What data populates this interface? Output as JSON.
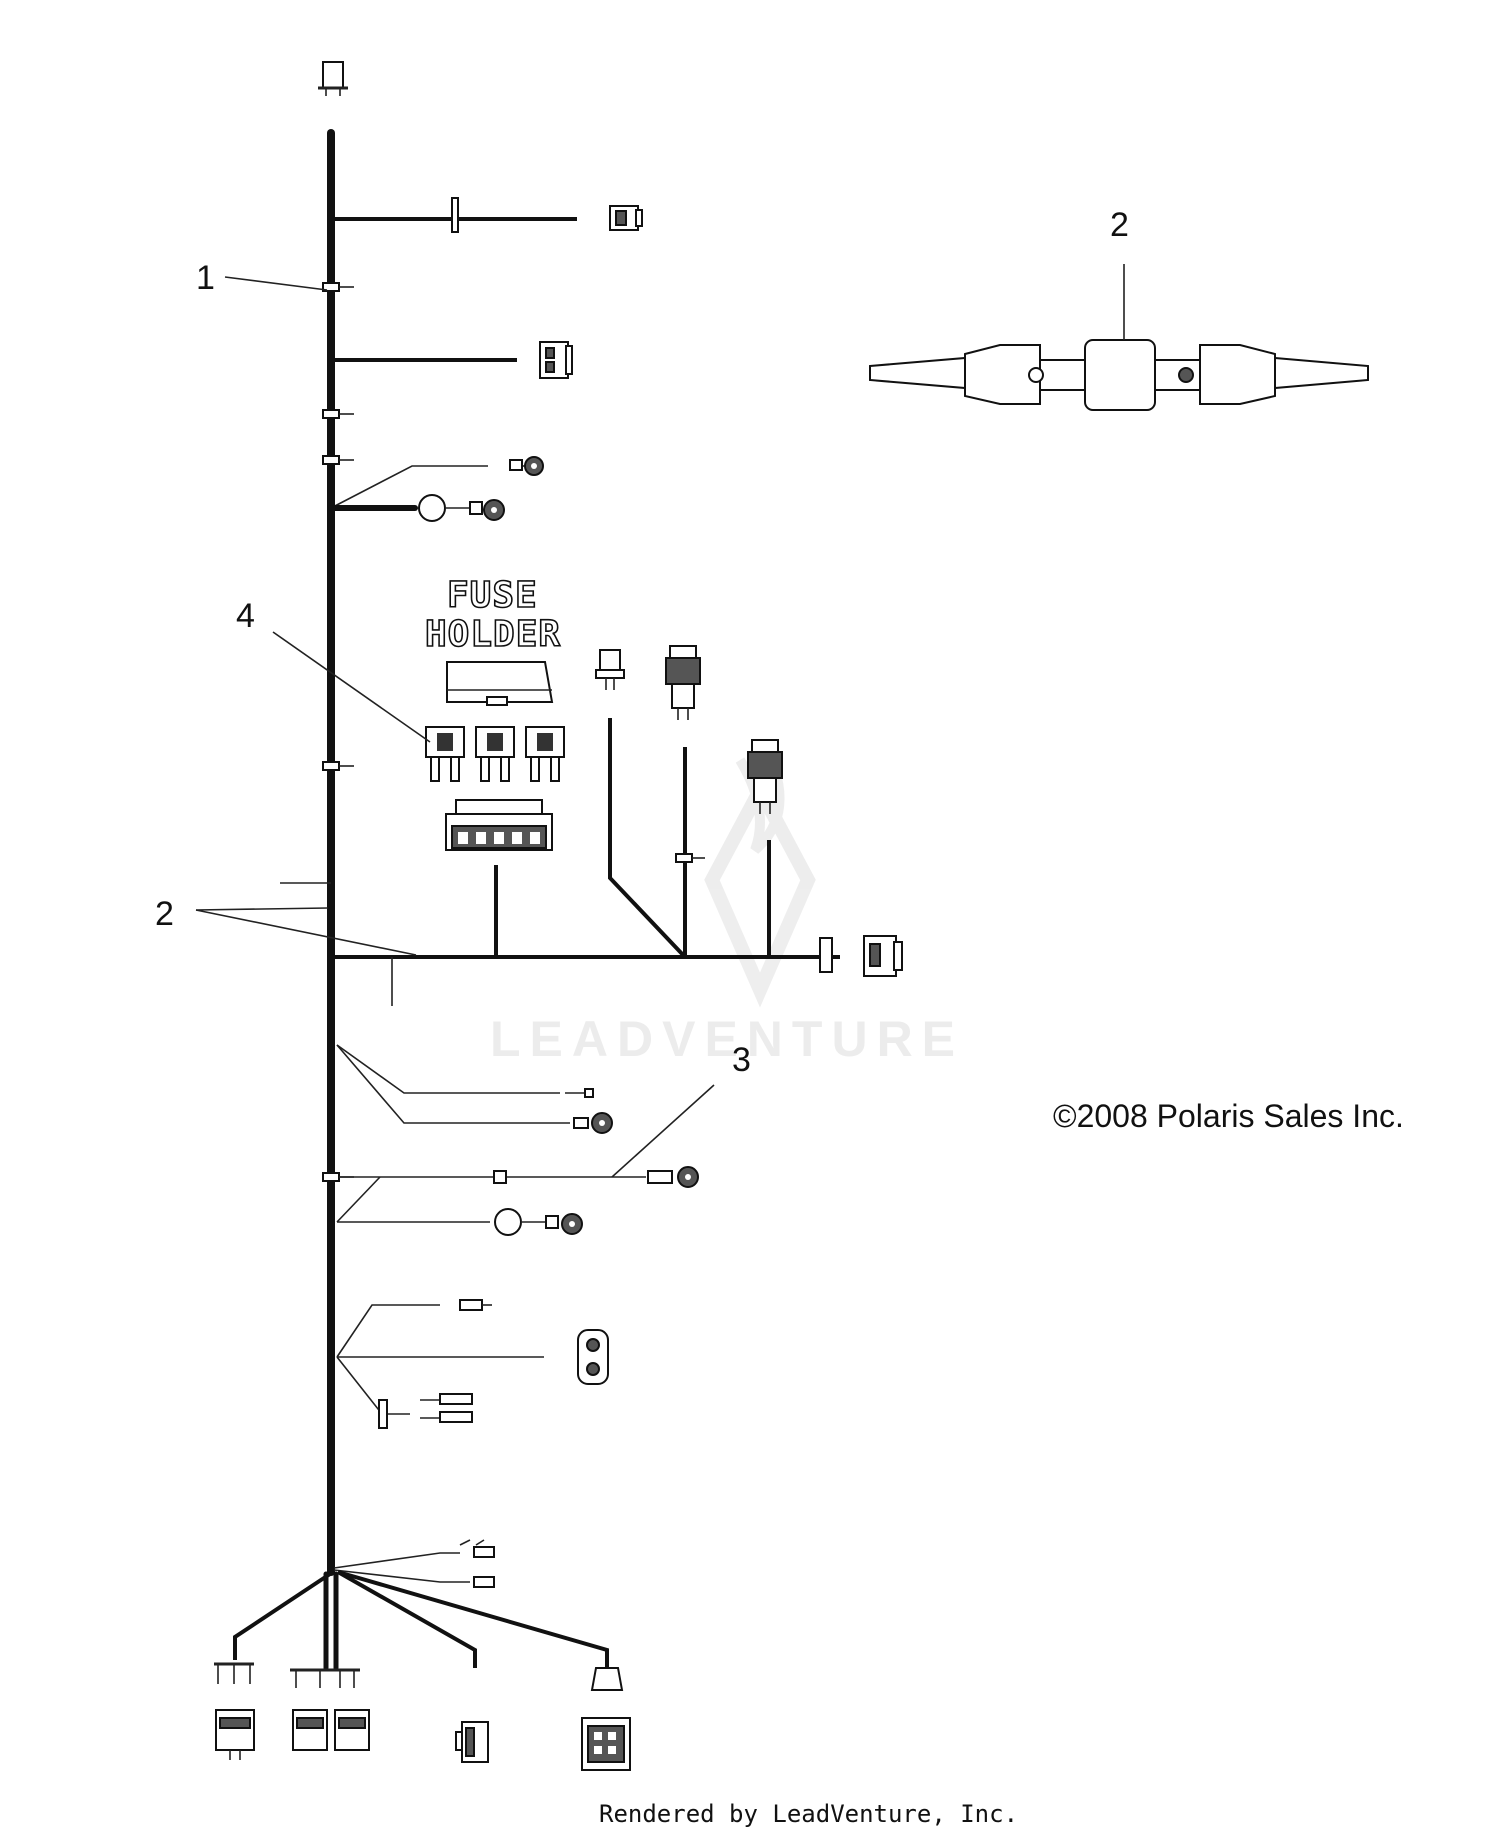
{
  "callouts": {
    "harness": "1",
    "harness_joint_right": "2",
    "harness_joint_left": "2",
    "clamp": "3",
    "fuse": "4"
  },
  "fuse_holder": {
    "line1": "FUSE",
    "line2": "HOLDER"
  },
  "watermark": "LEADVENTURE",
  "copyright": "©2008 Polaris Sales Inc.",
  "footer": "Rendered by LeadVenture, Inc.",
  "colors": {
    "line": "#111111",
    "watermark": "#ececec"
  }
}
